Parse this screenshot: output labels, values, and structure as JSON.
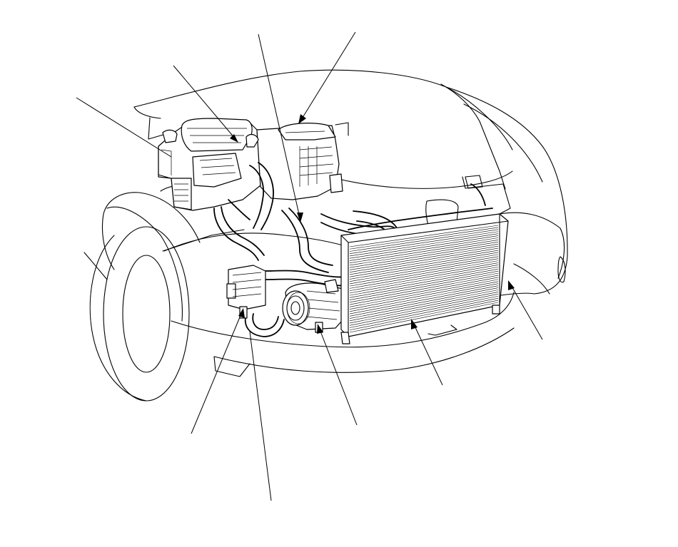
{
  "diagram": {
    "callouts": [
      {
        "id": "heater-unit-leader"
      },
      {
        "id": "evaporator-leader"
      },
      {
        "id": "expansion-valve-leader"
      },
      {
        "id": "blower-unit-leader"
      },
      {
        "id": "receiver-leader"
      },
      {
        "id": "compressor-clutch-leader"
      },
      {
        "id": "compressor-leader"
      },
      {
        "id": "condenser-leader"
      },
      {
        "id": "condenser-fan-leader"
      }
    ],
    "colors": {
      "line": "#000000",
      "background": "#ffffff"
    }
  }
}
